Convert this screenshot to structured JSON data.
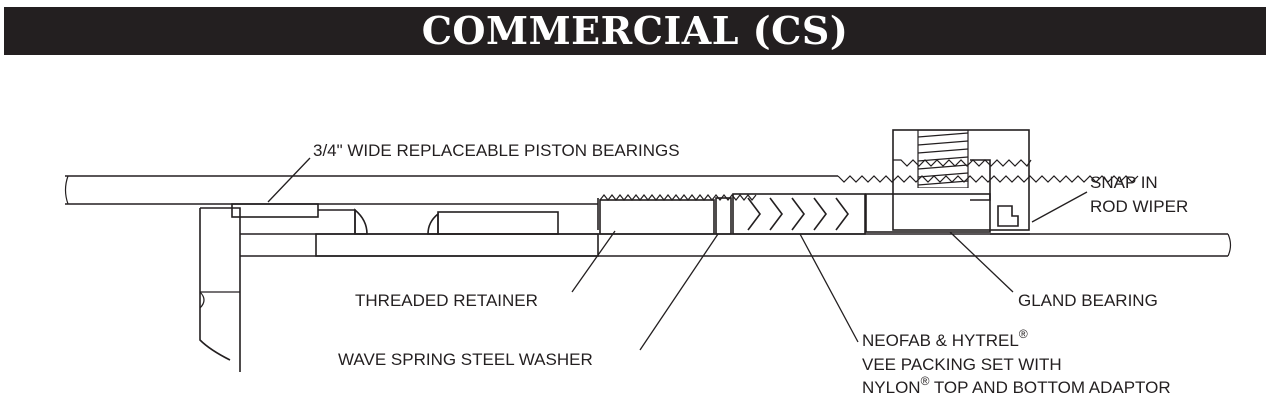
{
  "header": {
    "title": "COMMERCIAL (CS)"
  },
  "labels": {
    "piston_bearings": "3/4\" WIDE REPLACEABLE PISTON BEARINGS",
    "snap_in": "SNAP IN",
    "rod_wiper": "ROD WIPER",
    "threaded_retainer": "THREADED RETAINER",
    "gland_bearing": "GLAND BEARING",
    "wave_spring": "WAVE SPRING STEEL WASHER",
    "neofab_line1": "NEOFAB & HYTREL",
    "neofab_line2": "VEE PACKING SET WITH",
    "neofab_line3a": "NYLON",
    "neofab_line3b": " TOP AND BOTTOM ADAPTOR",
    "registered": "®"
  },
  "colors": {
    "banner": "#231f20",
    "ink": "#231f20",
    "gray_fill": "#a7a9ac"
  }
}
